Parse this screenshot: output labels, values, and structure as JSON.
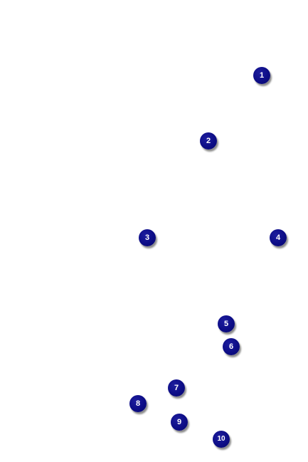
{
  "markers": {
    "color": "#0d0d86",
    "text_color": "#ffffff",
    "items": [
      {
        "label": "1"
      },
      {
        "label": "2"
      },
      {
        "label": "3"
      },
      {
        "label": "4"
      },
      {
        "label": "5"
      },
      {
        "label": "6"
      },
      {
        "label": "7"
      },
      {
        "label": "8"
      },
      {
        "label": "9"
      },
      {
        "label": "10"
      }
    ]
  }
}
